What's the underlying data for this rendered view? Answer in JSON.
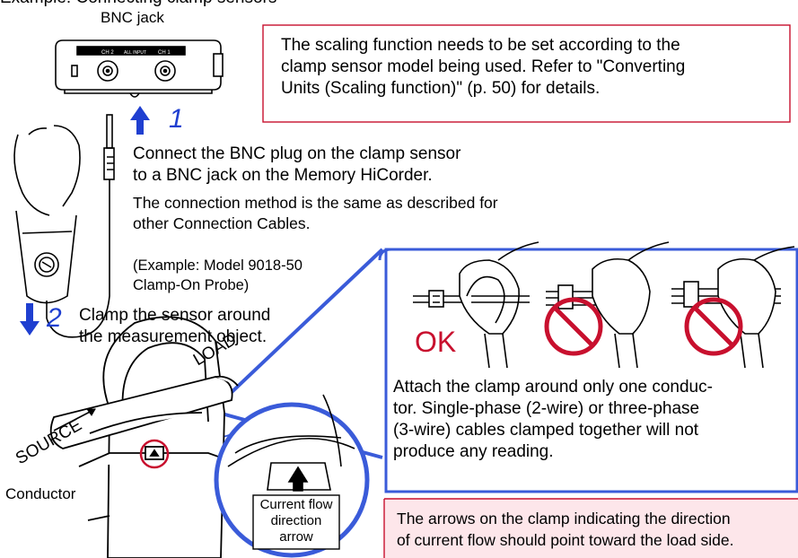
{
  "top_partial": "Example: Connecting clamp sensors",
  "bnc_label": "BNC jack",
  "jack_labels": {
    "ch2": "CH 2",
    "mid": "ALL INPUT",
    "ch1": "CH 1"
  },
  "scaling_note": [
    "The scaling function needs to be set according to the",
    "clamp sensor model being used. Refer to \"Converting",
    "Units (Scaling function)\" (p. 50) for details."
  ],
  "step1": {
    "num": "1",
    "lines": [
      "Connect the BNC plug on the clamp sensor",
      "to a BNC jack on the Memory HiCorder."
    ],
    "sub": [
      "The connection method is the same as described for",
      "other Connection Cables."
    ]
  },
  "example": [
    "(Example: Model 9018-50",
    "Clamp-On Probe)"
  ],
  "step2": {
    "num": "2",
    "lines": [
      "Clamp the sensor around",
      "the measurement object."
    ]
  },
  "ok_label": "OK",
  "attach_note": [
    "Attach the clamp around only one conduc-",
    "tor. Single-phase (2-wire) or three-phase",
    "(3-wire) cables clamped together will not",
    "produce any reading."
  ],
  "labels": {
    "load": "LOAD",
    "source": "SOURCE",
    "conductor": "Conductor"
  },
  "arrow_label": [
    "Current flow",
    "direction",
    "arrow"
  ],
  "direction_note": [
    "The arrows on the clamp indicating the direction",
    "of current flow should point toward the load side."
  ],
  "colors": {
    "accent_red": "#c8102e",
    "accent_blue": "#3a5bd9",
    "pink_bg": "#fde6ea",
    "arrow_blue": "#1f3fd0"
  }
}
